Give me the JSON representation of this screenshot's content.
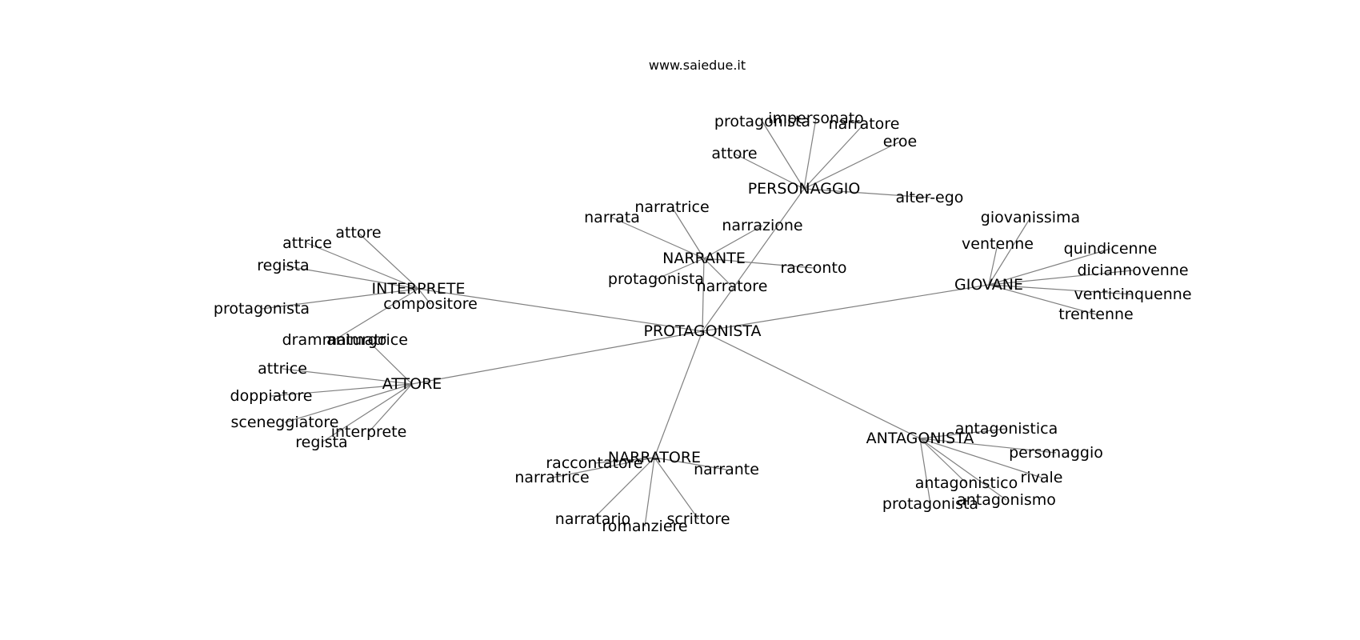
{
  "watermark": "www.saiedue.it",
  "graph": {
    "center": "PROTAGONISTA",
    "groups": [
      {
        "id": "PERSONAGGIO",
        "label": "PERSONAGGIO",
        "children": [
          {
            "id": "per-protagonista",
            "label": "protagonista"
          },
          {
            "id": "per-impersonato",
            "label": "impersonato"
          },
          {
            "id": "per-narratore",
            "label": "narratore"
          },
          {
            "id": "per-eroe",
            "label": "eroe"
          },
          {
            "id": "per-attore",
            "label": "attore"
          },
          {
            "id": "per-alter-ego",
            "label": "alter-ego"
          }
        ]
      },
      {
        "id": "NARRANTE",
        "label": "NARRANTE",
        "children": [
          {
            "id": "nar-narrata",
            "label": "narrata"
          },
          {
            "id": "nar-narratrice",
            "label": "narratrice"
          },
          {
            "id": "nar-narrazione",
            "label": "narrazione"
          },
          {
            "id": "nar-racconto",
            "label": "racconto"
          },
          {
            "id": "nar-protagonista",
            "label": "protagonista"
          },
          {
            "id": "nar-narratore",
            "label": "narratore"
          }
        ]
      },
      {
        "id": "INTERPRETE",
        "label": "INTERPRETE",
        "children": [
          {
            "id": "int-attore",
            "label": "attore"
          },
          {
            "id": "int-attrice",
            "label": "attrice"
          },
          {
            "id": "int-regista",
            "label": "regista"
          },
          {
            "id": "int-protagonista",
            "label": "protagonista"
          },
          {
            "id": "int-compositore",
            "label": "compositore"
          },
          {
            "id": "int-drammaturgo",
            "label": "drammaturgo"
          }
        ]
      },
      {
        "id": "ATTORE",
        "label": "ATTORE",
        "children": [
          {
            "id": "att-animatrice",
            "label": "animatrice"
          },
          {
            "id": "att-attrice",
            "label": "attrice"
          },
          {
            "id": "att-doppiatore",
            "label": "doppiatore"
          },
          {
            "id": "att-sceneggiatore",
            "label": "sceneggiatore"
          },
          {
            "id": "att-interprete",
            "label": "interprete"
          },
          {
            "id": "att-regista",
            "label": "regista"
          }
        ]
      },
      {
        "id": "GIOVANE",
        "label": "GIOVANE",
        "children": [
          {
            "id": "gio-giovanissima",
            "label": "giovanissima"
          },
          {
            "id": "gio-ventenne",
            "label": "ventenne"
          },
          {
            "id": "gio-quindicenne",
            "label": "quindicenne"
          },
          {
            "id": "gio-diciannovenne",
            "label": "diciannovenne"
          },
          {
            "id": "gio-venticinquenne",
            "label": "venticinquenne"
          },
          {
            "id": "gio-trentenne",
            "label": "trentenne"
          }
        ]
      },
      {
        "id": "NARRATORE",
        "label": "NARRATORE",
        "children": [
          {
            "id": "nrt-raccontatore",
            "label": "raccontatore"
          },
          {
            "id": "nrt-narratrice",
            "label": "narratrice"
          },
          {
            "id": "nrt-narrante",
            "label": "narrante"
          },
          {
            "id": "nrt-narratario",
            "label": "narratario"
          },
          {
            "id": "nrt-romanziere",
            "label": "romanziere"
          },
          {
            "id": "nrt-scrittore",
            "label": "scrittore"
          }
        ]
      },
      {
        "id": "ANTAGONISTA",
        "label": "ANTAGONISTA",
        "children": [
          {
            "id": "ant-antagonistica",
            "label": "antagonistica"
          },
          {
            "id": "ant-personaggio",
            "label": "personaggio"
          },
          {
            "id": "ant-rivale",
            "label": "rivale"
          },
          {
            "id": "ant-antagonistico",
            "label": "antagonistico"
          },
          {
            "id": "ant-antagonismo",
            "label": "antagonismo"
          },
          {
            "id": "ant-protagonista",
            "label": "protagonista"
          }
        ]
      }
    ]
  }
}
